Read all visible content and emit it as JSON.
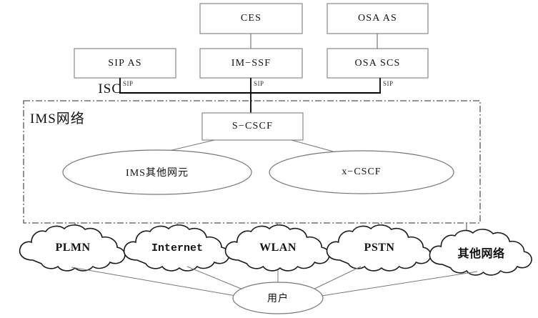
{
  "diagram": {
    "title": "IMS network architecture diagram",
    "region": {
      "label": "IMS网络",
      "border_style": "dash-dot"
    },
    "bus": {
      "label": "ISC",
      "interface_labels": [
        "SIP",
        "SIP",
        "SIP"
      ]
    },
    "application_servers": [
      {
        "id": "ces",
        "label": "CES"
      },
      {
        "id": "osa-as",
        "label": "OSA  AS"
      },
      {
        "id": "sip-as",
        "label": "SIP  AS"
      },
      {
        "id": "im-ssf",
        "label": "IM−SSF"
      },
      {
        "id": "osa-scs",
        "label": "OSA  SCS"
      }
    ],
    "core_nodes": [
      {
        "id": "s-cscf",
        "label": "S−CSCF",
        "shape": "rect"
      },
      {
        "id": "ims-other",
        "label": "IMS其他网元",
        "shape": "ellipse"
      },
      {
        "id": "x-cscf",
        "label": "x−CSCF",
        "shape": "ellipse"
      }
    ],
    "access_networks": [
      {
        "id": "plmn",
        "label": "PLMN",
        "font": "serif"
      },
      {
        "id": "internet",
        "label": "Internet",
        "font": "mono"
      },
      {
        "id": "wlan",
        "label": "WLAN",
        "font": "serif"
      },
      {
        "id": "pstn",
        "label": "PSTN",
        "font": "serif"
      },
      {
        "id": "other",
        "label": "其他网络",
        "font": "serif"
      }
    ],
    "user_node": {
      "id": "user",
      "label": "用户",
      "shape": "ellipse"
    },
    "colors": {
      "background": "#ffffff",
      "box_stroke": "#777777",
      "bus_stroke": "#000000",
      "region_stroke": "#555555",
      "cloud_stroke": "#1a1a1a",
      "thin_stroke": "#666666",
      "text": "#111111"
    }
  }
}
